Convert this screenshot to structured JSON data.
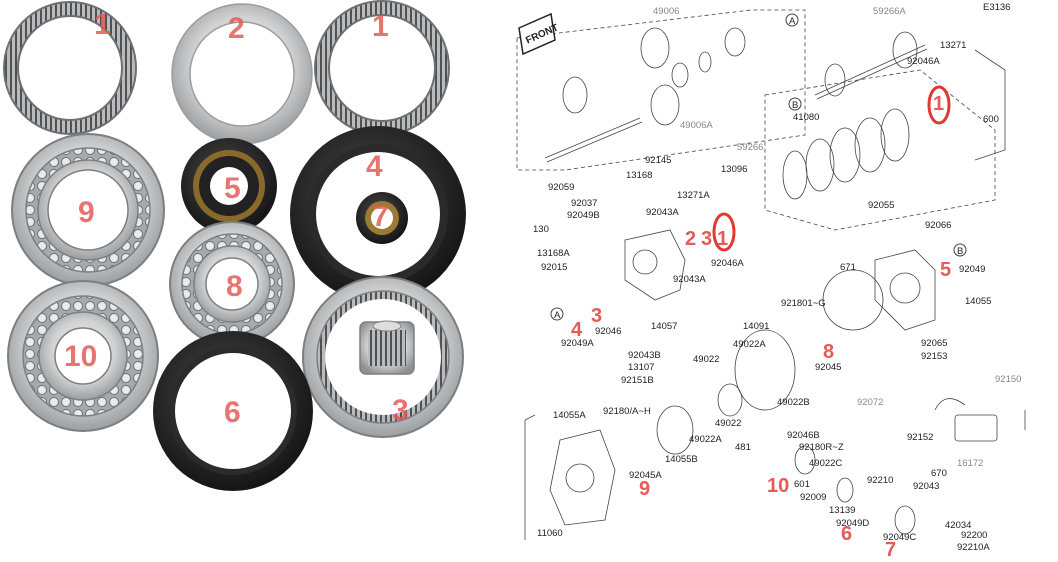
{
  "photo": {
    "labels": [
      "1",
      "2",
      "1",
      "9",
      "5",
      "4",
      "7",
      "8",
      "10",
      "6",
      "3"
    ]
  },
  "diagram": {
    "code": "E3136",
    "front_label": "FRONT",
    "circle_refs": [
      "A",
      "B",
      "A",
      "B"
    ],
    "parts": [
      "49006",
      "59266A",
      "13271",
      "92046A",
      "600",
      "49006A",
      "59266",
      "41080",
      "92145",
      "92059",
      "13168",
      "92037",
      "92049B",
      "92043A",
      "13271A",
      "13096",
      "130",
      "13168A",
      "92015",
      "92043A",
      "92046A",
      "92055",
      "92066",
      "92049",
      "671",
      "14055",
      "92049A",
      "92046",
      "14057",
      "921801~G",
      "92065",
      "92153",
      "14091",
      "92043B",
      "49022",
      "13107",
      "92151B",
      "49022A",
      "92045",
      "49022B",
      "49022",
      "92180/A~H",
      "14055A",
      "49022A",
      "14055B",
      "92072",
      "92150",
      "92046B",
      "481",
      "92180R~Z",
      "49022C",
      "92152",
      "670",
      "16172",
      "92045A",
      "601",
      "92009",
      "92210",
      "92043",
      "13139",
      "42034",
      "92049D",
      "92200",
      "92049C",
      "92210A",
      "11060"
    ],
    "labels": [
      "1",
      "2",
      "3",
      "4",
      "3",
      "1",
      "5",
      "8",
      "9",
      "10",
      "6",
      "7"
    ]
  }
}
